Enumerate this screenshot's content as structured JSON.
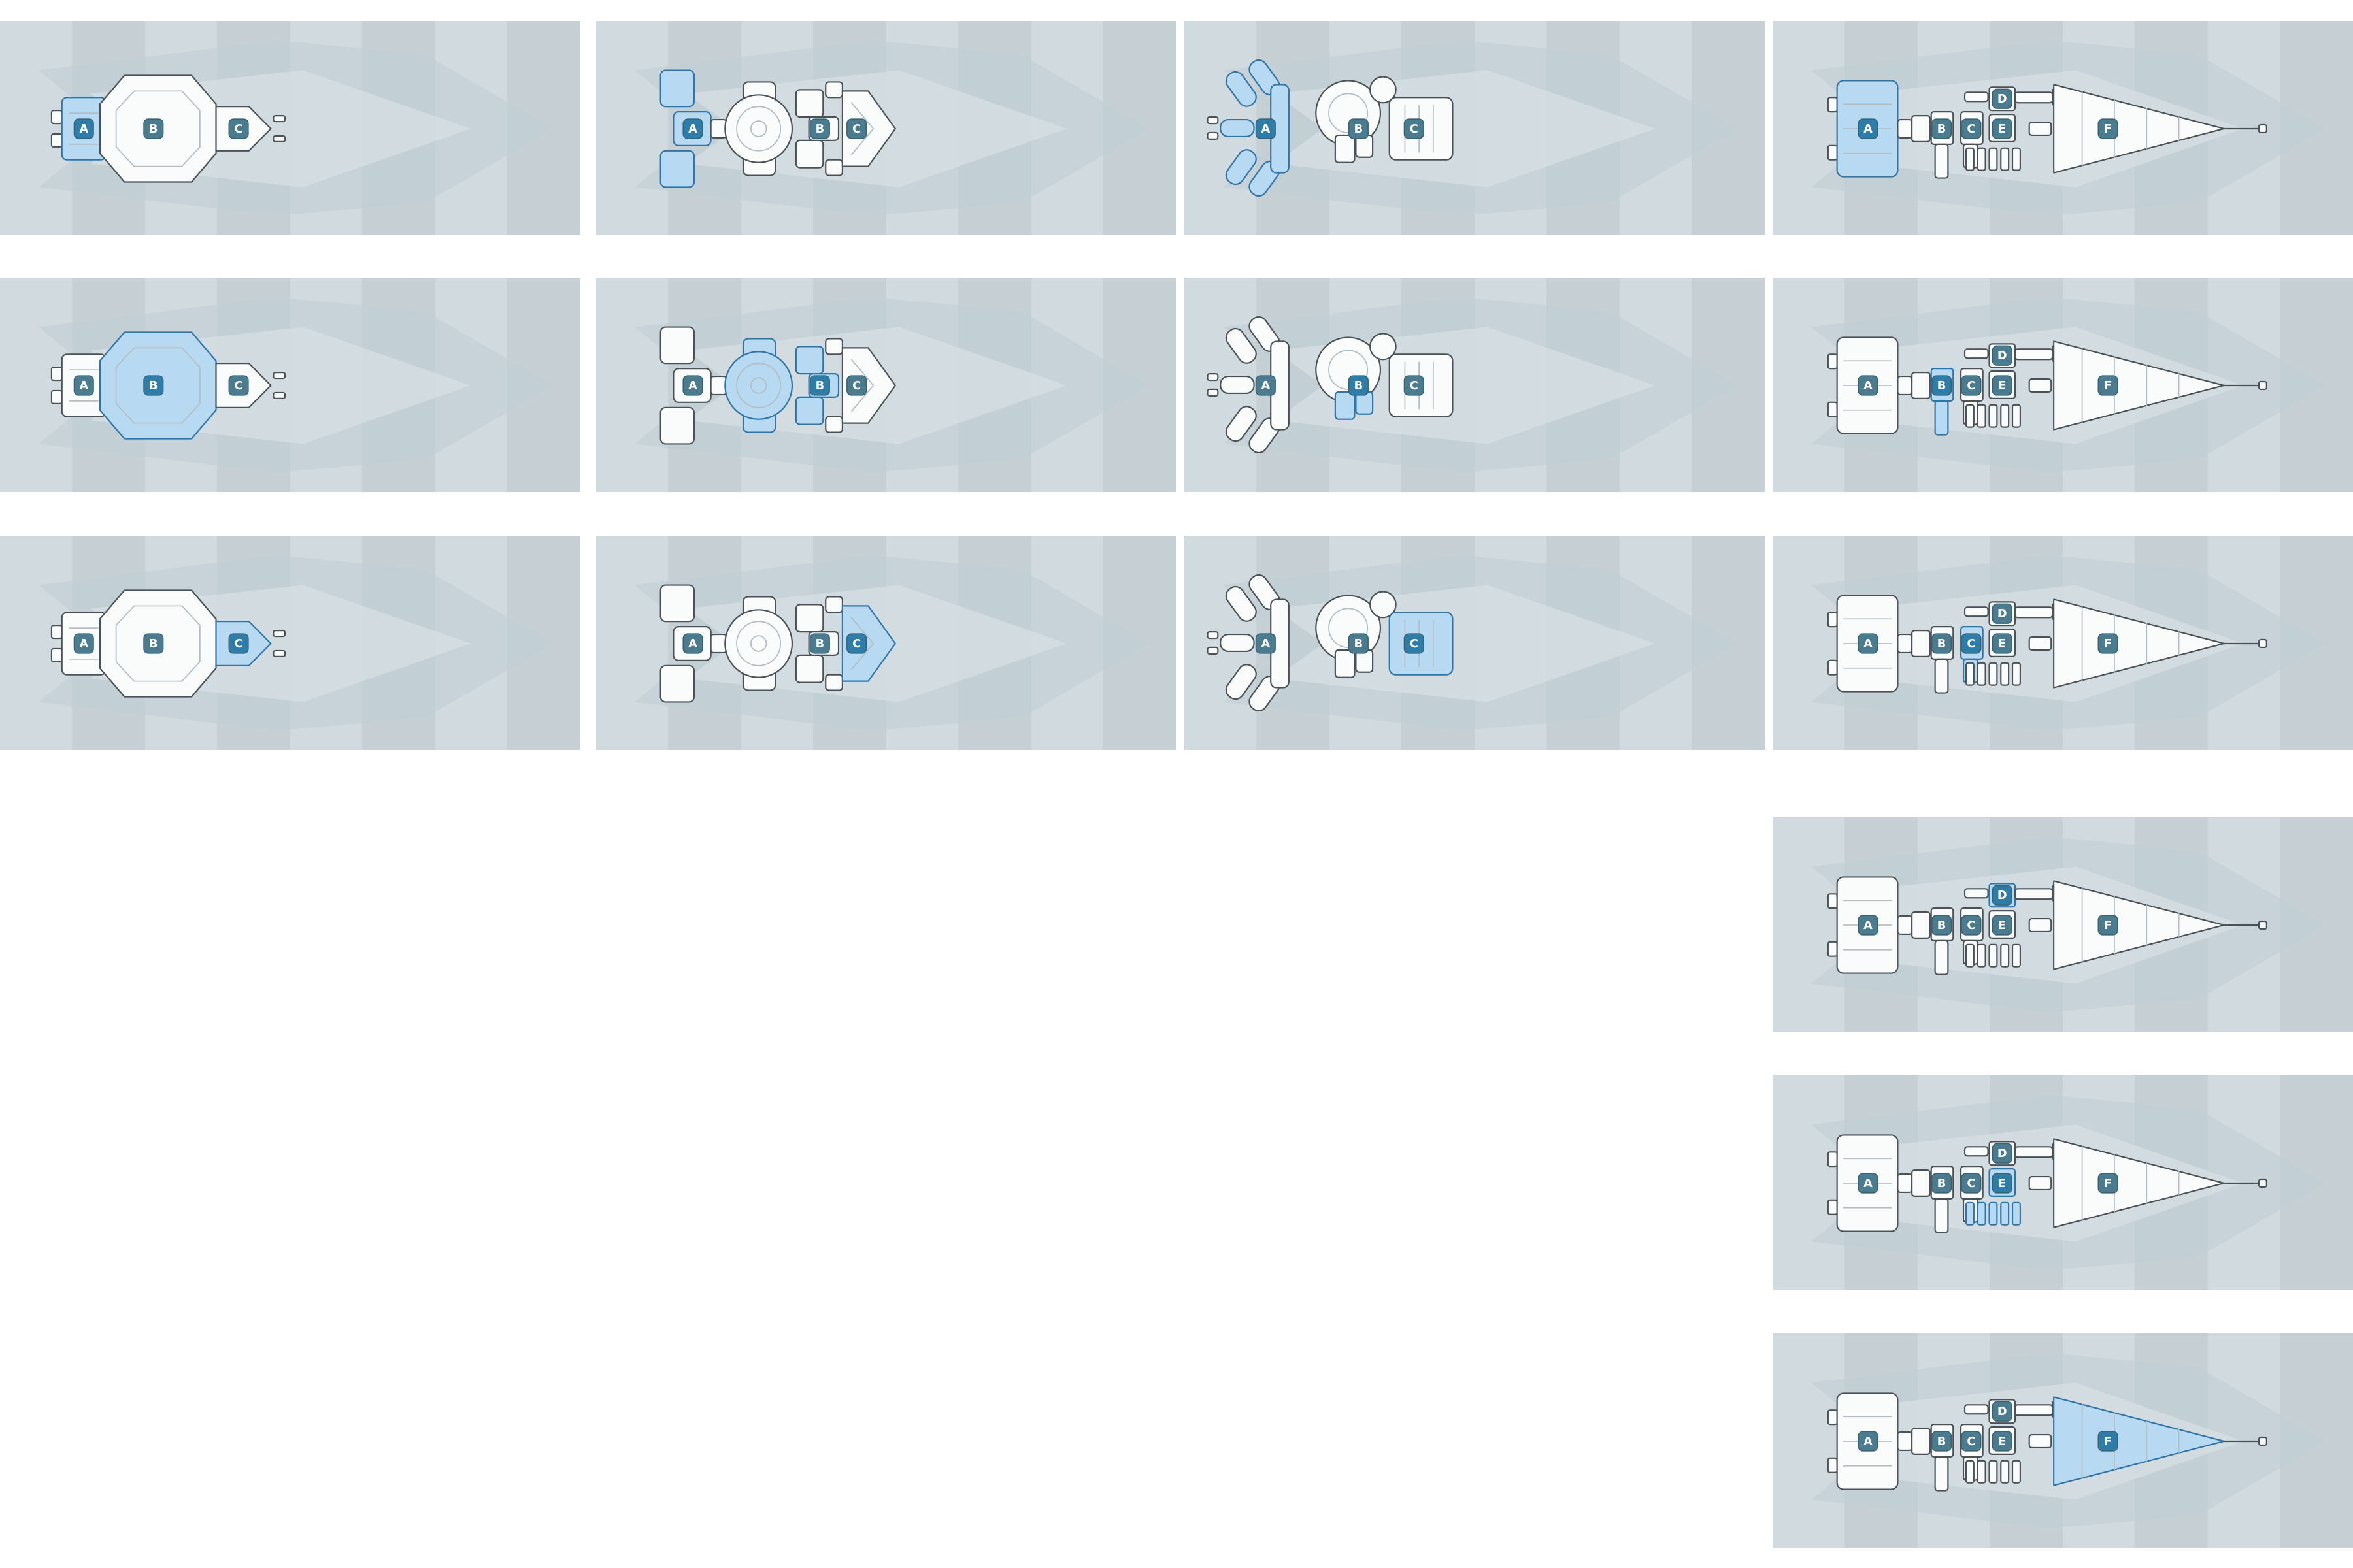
{
  "page": {
    "description": "Grid of ship deck-plan panels, each highlighting one labeled ship section"
  },
  "colors": {
    "page_bg": "#ffffff",
    "panel_bg": "#ccd6da",
    "watermark_dark": "#c0cdd3",
    "watermark_light": "#d6dfe2",
    "room_fill": "#fafcfc",
    "room_stroke": "#4a5258",
    "detail_stroke": "#b3bec4",
    "highlight_fill": "#b7d9f2",
    "highlight_stroke": "#2f75a6",
    "badge_fill": "#4a7b8f",
    "badge_active_fill": "#2e7ca8",
    "badge_stroke": "#386272",
    "badge_text": "#ffffff"
  },
  "ships": {
    "corvette": {
      "sections": [
        "A",
        "B",
        "C"
      ]
    },
    "frigate": {
      "sections": [
        "A",
        "B",
        "C"
      ]
    },
    "gunship": {
      "sections": [
        "A",
        "B",
        "C"
      ]
    },
    "cruiser": {
      "sections": [
        "A",
        "B",
        "C",
        "D",
        "E",
        "F"
      ]
    }
  },
  "panels": [
    {
      "ship": "corvette",
      "col": 1,
      "row": 1,
      "highlight": "A"
    },
    {
      "ship": "frigate",
      "col": 2,
      "row": 1,
      "highlight": "A"
    },
    {
      "ship": "gunship",
      "col": 3,
      "row": 1,
      "highlight": "A"
    },
    {
      "ship": "cruiser",
      "col": 4,
      "row": 1,
      "highlight": "A"
    },
    {
      "ship": "corvette",
      "col": 1,
      "row": 2,
      "highlight": "B"
    },
    {
      "ship": "frigate",
      "col": 2,
      "row": 2,
      "highlight": "B"
    },
    {
      "ship": "gunship",
      "col": 3,
      "row": 2,
      "highlight": "B"
    },
    {
      "ship": "cruiser",
      "col": 4,
      "row": 2,
      "highlight": "B"
    },
    {
      "ship": "corvette",
      "col": 1,
      "row": 3,
      "highlight": "C"
    },
    {
      "ship": "frigate",
      "col": 2,
      "row": 3,
      "highlight": "C"
    },
    {
      "ship": "gunship",
      "col": 3,
      "row": 3,
      "highlight": "C"
    },
    {
      "ship": "cruiser",
      "col": 4,
      "row": 3,
      "highlight": "C"
    },
    {
      "ship": "cruiser",
      "col": 4,
      "row": 4,
      "highlight": "D"
    },
    {
      "ship": "cruiser",
      "col": 4,
      "row": 5,
      "highlight": "E"
    },
    {
      "ship": "cruiser",
      "col": 4,
      "row": 6,
      "highlight": "F"
    }
  ]
}
